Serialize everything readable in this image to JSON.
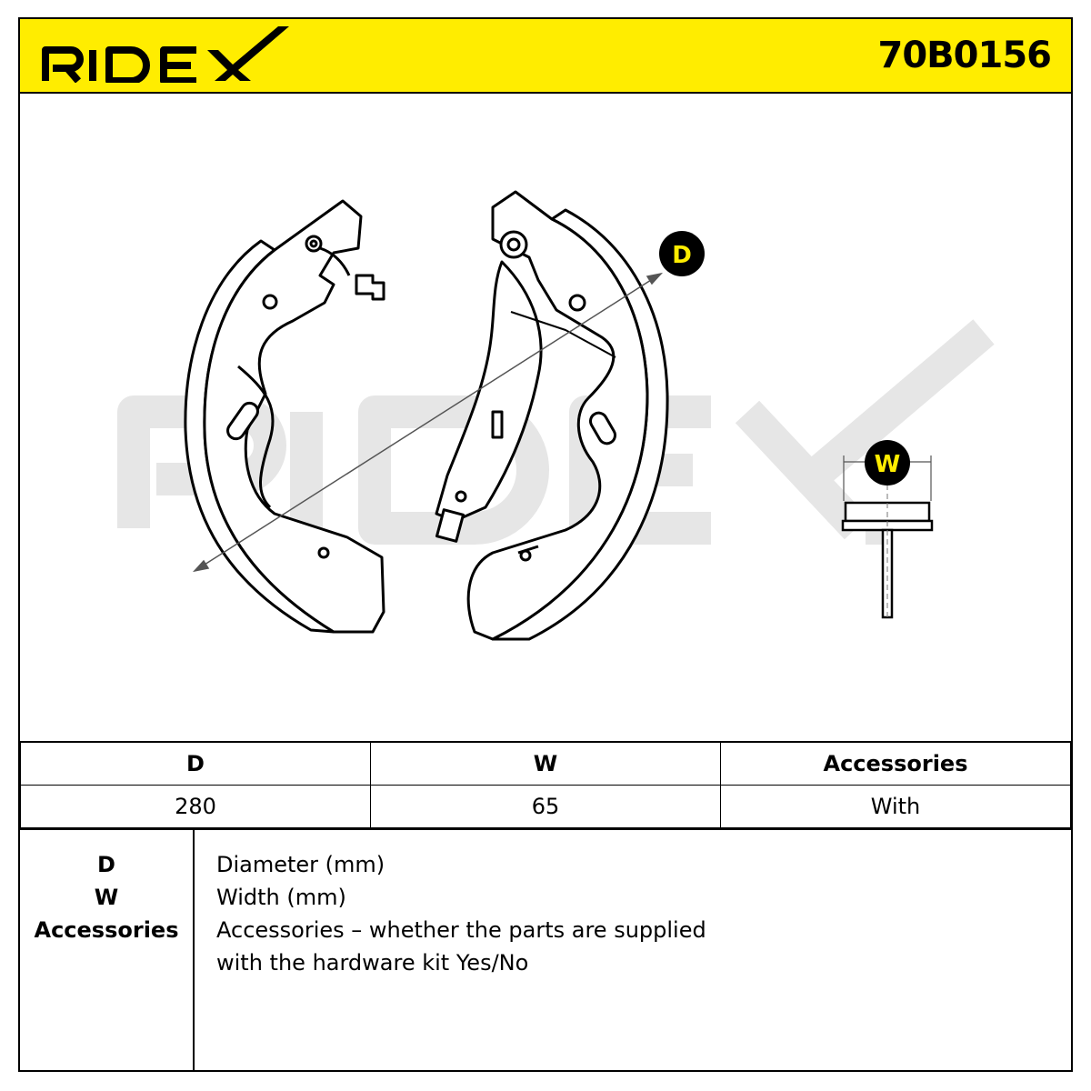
{
  "brand": {
    "logo_text": "RIDEX",
    "accent_color": "#ffed00",
    "watermark_text": "RIDEX"
  },
  "part_number": "70B0156",
  "drawing": {
    "callouts": {
      "diameter": "D",
      "width": "W"
    }
  },
  "specs": {
    "headers": [
      "D",
      "W",
      "Accessories"
    ],
    "values": [
      "280",
      "65",
      "With"
    ]
  },
  "legend": {
    "keys": [
      "D",
      "W",
      "Accessories"
    ],
    "descriptions": [
      "Diameter (mm)",
      "Width (mm)",
      "Accessories – whether the parts are supplied",
      "with the hardware kit Yes/No"
    ]
  }
}
